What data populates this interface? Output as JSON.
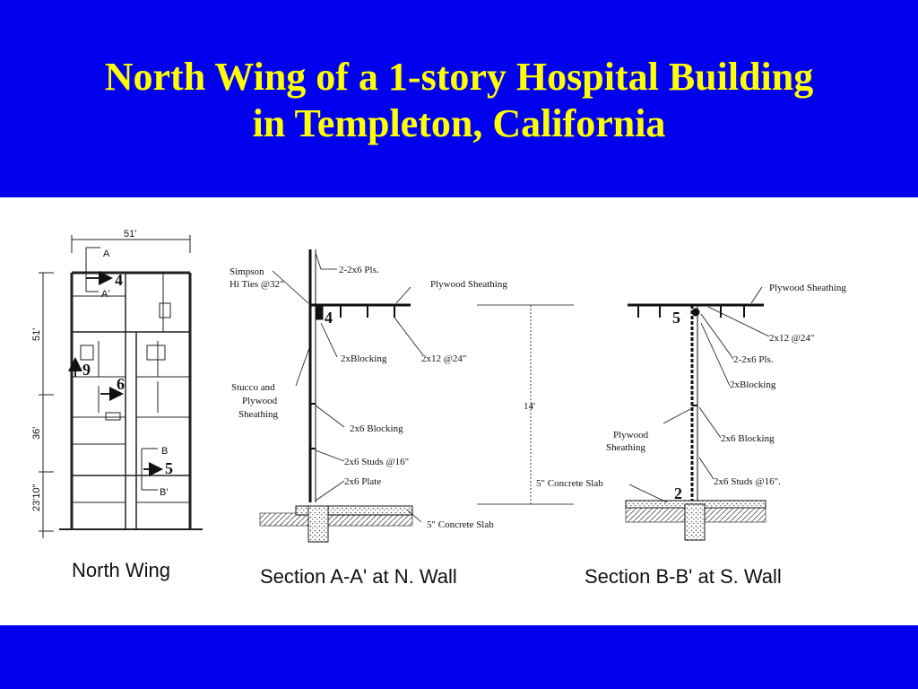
{
  "slide": {
    "title_line1": "North Wing of a 1-story Hospital Building",
    "title_line2": "in Templeton, California",
    "colors": {
      "band": "#0000ee",
      "title": "#ffff00"
    }
  },
  "plan": {
    "caption": "North Wing",
    "dim_top": "51'",
    "dim_left_1": "51'",
    "dim_left_2": "36'",
    "dim_left_3": "23'10\"",
    "marker_a": "A",
    "marker_a_prime": "A'",
    "marker_b": "B",
    "marker_b_prime": "B'",
    "num_4": "4",
    "num_9": "9",
    "num_6": "6",
    "num_5": "5"
  },
  "section_a": {
    "caption": "Section A-A' at N. Wall",
    "simpson_1": "Simpson",
    "simpson_2": "Hi Ties @32\"",
    "pls": "2-2x6 Pls.",
    "plywood_top": "Plywood Sheathing",
    "blocking": "2xBlocking",
    "joists": "2x12 @24\"",
    "stucco_1": "Stucco and",
    "stucco_2": "Plywood",
    "stucco_3": "Sheathing",
    "blocking_2x6": "2x6 Blocking",
    "studs": "2x6 Studs @16\"",
    "plate": "2x6 Plate",
    "slab": "5\" Concrete Slab",
    "height": "14'",
    "num_4": "4"
  },
  "section_b": {
    "caption": "Section B-B' at S. Wall",
    "plywood_top": "Plywood Sheathing",
    "joists": "2x12 @24\"",
    "pls": "2-2x6 Pls.",
    "blocking": "2xBlocking",
    "plywood_1": "Plywood",
    "plywood_2": "Sheathing",
    "blocking_2x6": "2x6 Blocking",
    "studs": "2x6 Studs @16\".",
    "slab": "5\" Concrete Slab",
    "num_5": "5",
    "num_2": "2"
  }
}
